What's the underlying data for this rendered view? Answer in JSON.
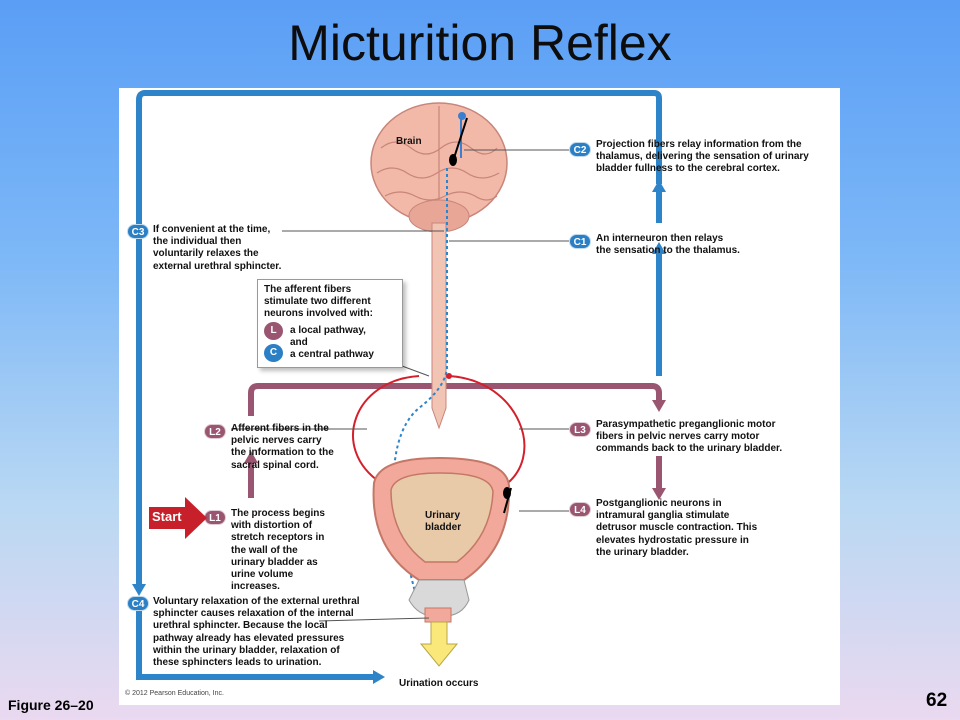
{
  "title": "Micturition Reflex",
  "figure_label": "Figure 26–20",
  "page_number": "62",
  "copyright": "© 2012 Pearson Education, Inc.",
  "structures": {
    "brain": "Brain",
    "bladder": "Urinary\nbladder"
  },
  "legend": {
    "heading": "The afferent fibers\nstimulate two different\nneurons involved with:",
    "local_badge": "L",
    "local_text": "a local pathway,",
    "and_text": "and",
    "central_badge": "C",
    "central_text": "a central pathway"
  },
  "start_label": "Start",
  "steps": {
    "C1": {
      "badge": "C1",
      "text": "An interneuron then relays\nthe sensation to the thalamus."
    },
    "C2": {
      "badge": "C2",
      "text": "Projection fibers relay information from the\nthalamus, delivering the sensation of urinary\nbladder fullness to the cerebral cortex."
    },
    "C3": {
      "badge": "C3",
      "text": "If convenient at the time,\nthe individual then\nvoluntarily relaxes the\nexternal urethral sphincter."
    },
    "C4": {
      "badge": "C4",
      "text": "Voluntary relaxation of the external urethral\nsphincter causes relaxation of the internal\nurethral sphincter. Because the local\npathway already has elevated pressures\nwithin the urinary bladder, relaxation of\nthese sphincters leads to urination."
    },
    "L1": {
      "badge": "L1",
      "text": "The process begins\nwith distortion of\nstretch receptors in\nthe wall of the\nurinary bladder as\nurine volume\nincreases."
    },
    "L2": {
      "badge": "L2",
      "text": "Afferent fibers in the\npelvic nerves carry\nthe information to the\nsacral spinal cord."
    },
    "L3": {
      "badge": "L3",
      "text": "Parasympathetic preganglionic motor\nfibers in pelvic nerves carry motor\ncommands back to the urinary bladder."
    },
    "L4": {
      "badge": "L4",
      "text": "Postganglionic neurons in\nintramural ganglia stimulate\ndetrusor muscle contraction. This\nelevates hydrostatic pressure in\nthe urinary bladder."
    }
  },
  "outcome": "Urination occurs",
  "colors": {
    "central_arrow": "#2e84c8",
    "local_arrow": "#9a5670",
    "nerve_red": "#d4202c",
    "start_red": "#c8202a",
    "tissue": "#f2b9a8"
  }
}
